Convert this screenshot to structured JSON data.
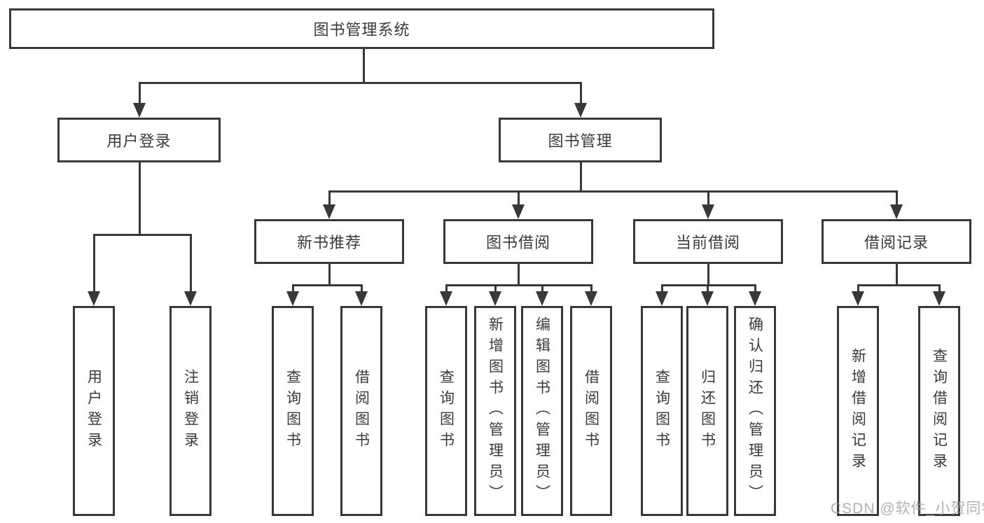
{
  "tree": {
    "root": "图书管理系统",
    "user_login": {
      "label": "用户登录",
      "children": [
        "用户登录",
        "注销登录"
      ]
    },
    "book_mgmt": {
      "label": "图书管理",
      "sections": [
        {
          "label": "新书推荐",
          "children": [
            "查询图书",
            "借阅图书"
          ]
        },
        {
          "label": "图书借阅",
          "children": [
            "查询图书",
            "新增图书（管理员）",
            "编辑图书（管理员）",
            "借阅图书"
          ]
        },
        {
          "label": "当前借阅",
          "children": [
            "查询图书",
            "归还图书",
            "确认归还（管理员）"
          ]
        },
        {
          "label": "借阅记录",
          "children": [
            "新增借阅记录",
            "查询借阅记录"
          ]
        }
      ]
    }
  },
  "watermark": "CSDN @软件_小贺同学",
  "colors": {
    "line": "#383838",
    "text": "#3a3a3a",
    "background": "#ffffff",
    "watermark": "#a8a2a2"
  }
}
